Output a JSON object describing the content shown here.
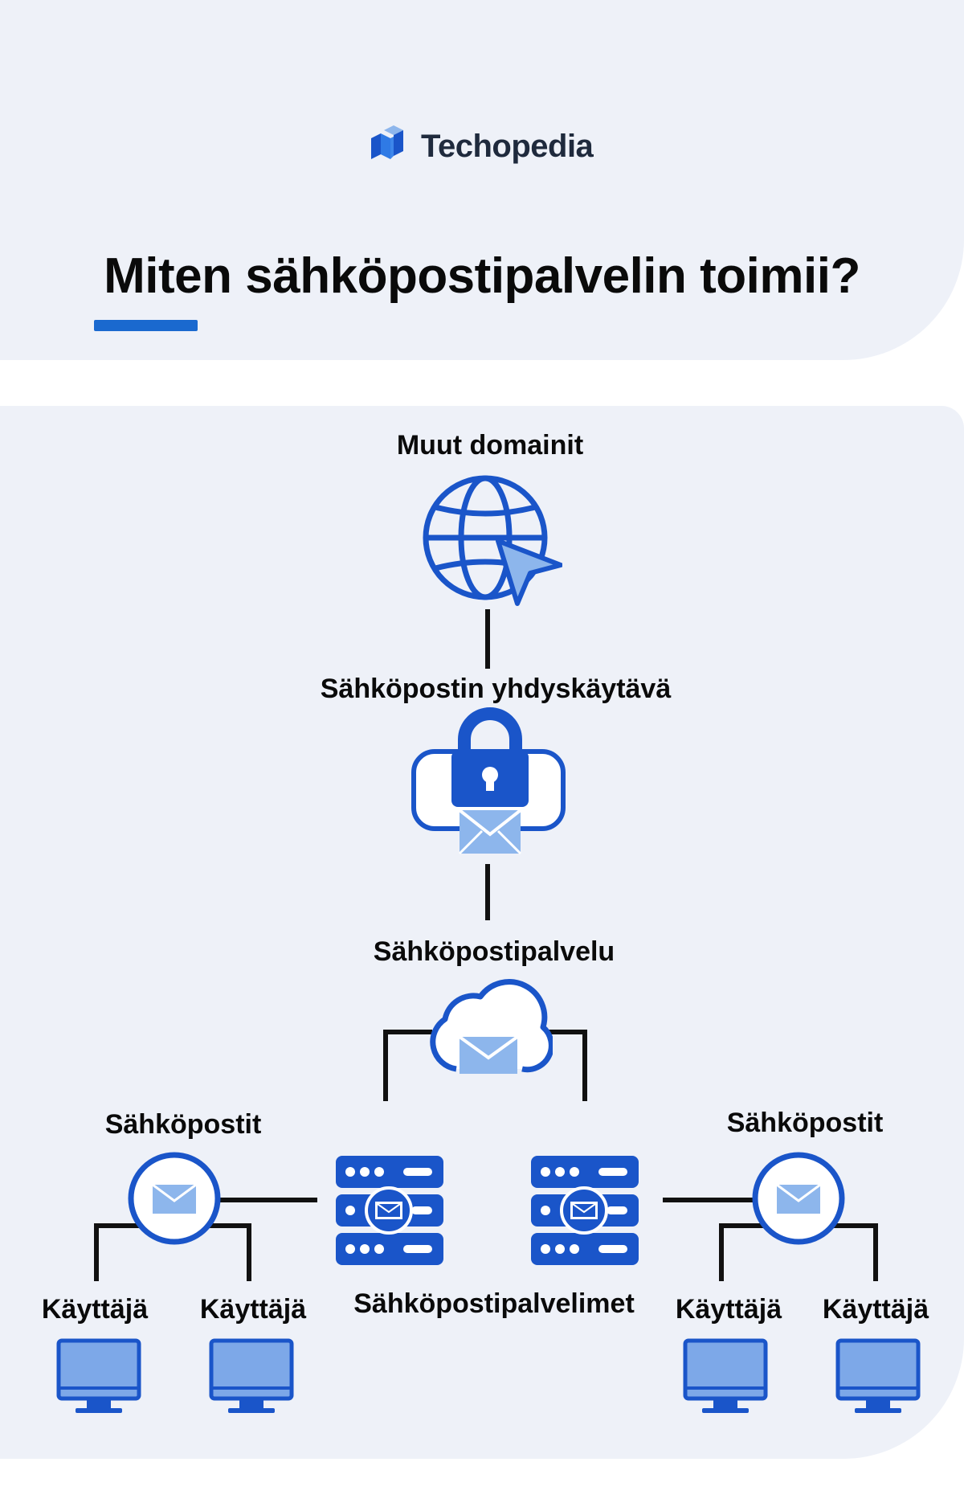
{
  "brand": {
    "name": "Techopedia",
    "logo_icon": "techopedia-cube-logo"
  },
  "title": "Miten sähköpostipalvelin toimii?",
  "diagram": {
    "nodes": {
      "other_domains": {
        "label": "Muut domainit",
        "icon": "globe-cursor-icon"
      },
      "gateway": {
        "label": "Sähköpostin yhdyskäytävä",
        "icon": "lock-envelope-icon"
      },
      "service": {
        "label": "Sähköpostipalvelu",
        "icon": "cloud-envelope-icon"
      },
      "servers": {
        "label": "Sähköpostipalvelimet",
        "icon": "server-envelope-icon"
      },
      "emails_left": {
        "label": "Sähköpostit",
        "icon": "envelope-circle-icon"
      },
      "emails_right": {
        "label": "Sähköpostit",
        "icon": "envelope-circle-icon"
      },
      "users": [
        {
          "label": "Käyttäjä",
          "icon": "monitor-icon"
        },
        {
          "label": "Käyttäjä",
          "icon": "monitor-icon"
        },
        {
          "label": "Käyttäjä",
          "icon": "monitor-icon"
        },
        {
          "label": "Käyttäjä",
          "icon": "monitor-icon"
        }
      ]
    }
  },
  "colors": {
    "primary": "#1a55c9",
    "light": "#8db6ec",
    "background": "#eef1f8",
    "line": "#111111"
  }
}
